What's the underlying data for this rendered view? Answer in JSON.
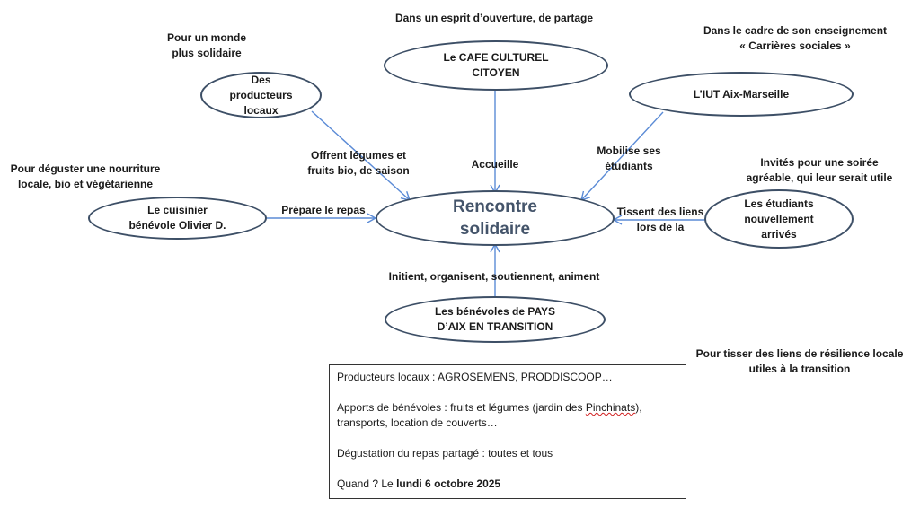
{
  "diagram": {
    "center": {
      "lines": [
        "Rencontre",
        "solidaire"
      ]
    },
    "nodes": {
      "producers": {
        "lines": [
          "Des",
          "producteurs",
          "locaux"
        ]
      },
      "cafe": {
        "lines": [
          "Le CAFE CULTUREL",
          "CITOYEN"
        ]
      },
      "iut": {
        "lines": [
          "L’IUT Aix-Marseille"
        ]
      },
      "cook": {
        "lines": [
          "Le cuisinier",
          "bénévole Olivier D."
        ]
      },
      "students": {
        "lines": [
          "Les étudiants",
          "nouvellement",
          "arrivés"
        ]
      },
      "volunteers": {
        "lines": [
          "Les bénévoles de PAYS",
          "D’AIX EN TRANSITION"
        ]
      }
    },
    "captions": {
      "producers": [
        "Pour un monde",
        "plus solidaire"
      ],
      "cafe": [
        "Dans un esprit d’ouverture, de partage"
      ],
      "iut": [
        "Dans le cadre de  son enseignement",
        "« Carrières sociales »"
      ],
      "cook": [
        "Pour déguster une nourriture",
        "locale, bio et végétarienne"
      ],
      "students": [
        "Invités pour une soirée",
        "agréable, qui leur serait utile"
      ],
      "volunteers": [
        "Pour tisser des liens de résilience locale",
        "utiles à la transition"
      ]
    },
    "edge_labels": {
      "producers": [
        "Offrent légumes et",
        "fruits bio, de saison"
      ],
      "cafe": [
        "Accueille"
      ],
      "iut": [
        "Mobilise ses",
        "étudiants"
      ],
      "cook": [
        "Prépare le repas"
      ],
      "students": [
        "Tissent des liens",
        "lors de la"
      ],
      "volunteers": [
        "Initient, organisent, soutiennent, animent"
      ]
    }
  },
  "info_box": {
    "producers_line": "Producteurs locaux : AGROSEMENS, PRODDISCOOP…",
    "contributions_prefix": "Apports de bénévoles : fruits et légumes (jardin des ",
    "contributions_place": "Pinchinats",
    "contributions_suffix": "), transports, location de couverts…",
    "tasting_line": "Dégustation du repas partagé : toutes et tous",
    "when_prefix": "Quand ? Le ",
    "when_date": "lundi 6 octobre 2025"
  },
  "colors": {
    "ellipse_border": "#3d4f66",
    "arrow": "#5b8bd6",
    "center_text": "#44546a"
  }
}
